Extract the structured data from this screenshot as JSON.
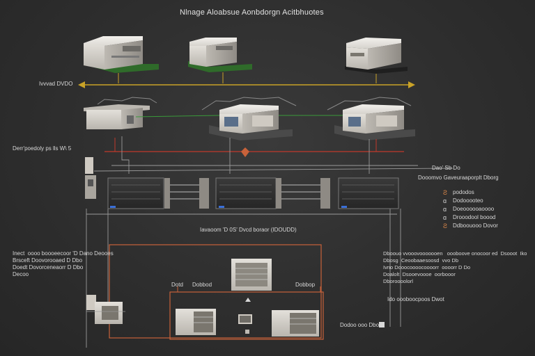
{
  "diagram": {
    "title": "Nlnage Aloabsue Aonbdorgn Acitbhuotes",
    "labels": {
      "bus_left": "Ivvvad DVDO",
      "power_left": "Derr'poedoly ps lls W\\ 5",
      "switch_right": "Dao' Sb Do",
      "switch_right_sub": "Dooomvo Gaveuraaporplt Dborg",
      "center_caption": "Iavaoom 'D 0S' Dvcd boraor (IDOUDD)",
      "left_notes": "Inect  oooo boooeecoor 'D Dano Deooes\nBrsceft Doovorooaed D Dbo\nDoedt Dovorceneaorr D Dbo\nDecoo",
      "right_notes": "Dboouo vvooovooooooen   oooboove onocoor ed  Dsooot  Iko\nDbosg  Ceoobaaesoosd  vvo Db\nIvno Dooocoooocoooorr  oooorr D Do\nDoalolt  Dsooevoooe  oorbooor\nDboroooolorl",
      "right_notes2": "Ido oooboocpoos Dwot",
      "lower_tag_left": "Dotd",
      "lower_tag_mid": "Dobbod",
      "lower_tag_right": "Dobbop",
      "bottom_right": "Dodoo ooo Dbo"
    },
    "legend": [
      {
        "icon": "Ƨ",
        "text": "pododos",
        "color": "#e08a4a"
      },
      {
        "icon": "ɑ",
        "text": "Dodooooteo",
        "color": "#d8d8d8"
      },
      {
        "icon": "ɑ",
        "text": "Doeoooooaoooo",
        "color": "#d8d8d8"
      },
      {
        "icon": "ɑ",
        "text": "Drooodool boood",
        "color": "#d8d8d8"
      },
      {
        "icon": "Ƨ",
        "text": "Ddboouooo Dovor",
        "color": "#e08a4a"
      }
    ],
    "colors": {
      "bus_yellow": "#c9a227",
      "power_red": "#c0392b",
      "network_green": "#3a9a3a",
      "frame_orange": "#c8623a",
      "cable_gray": "#9a9a9a",
      "accent_blue": "#3a6fd8"
    }
  }
}
